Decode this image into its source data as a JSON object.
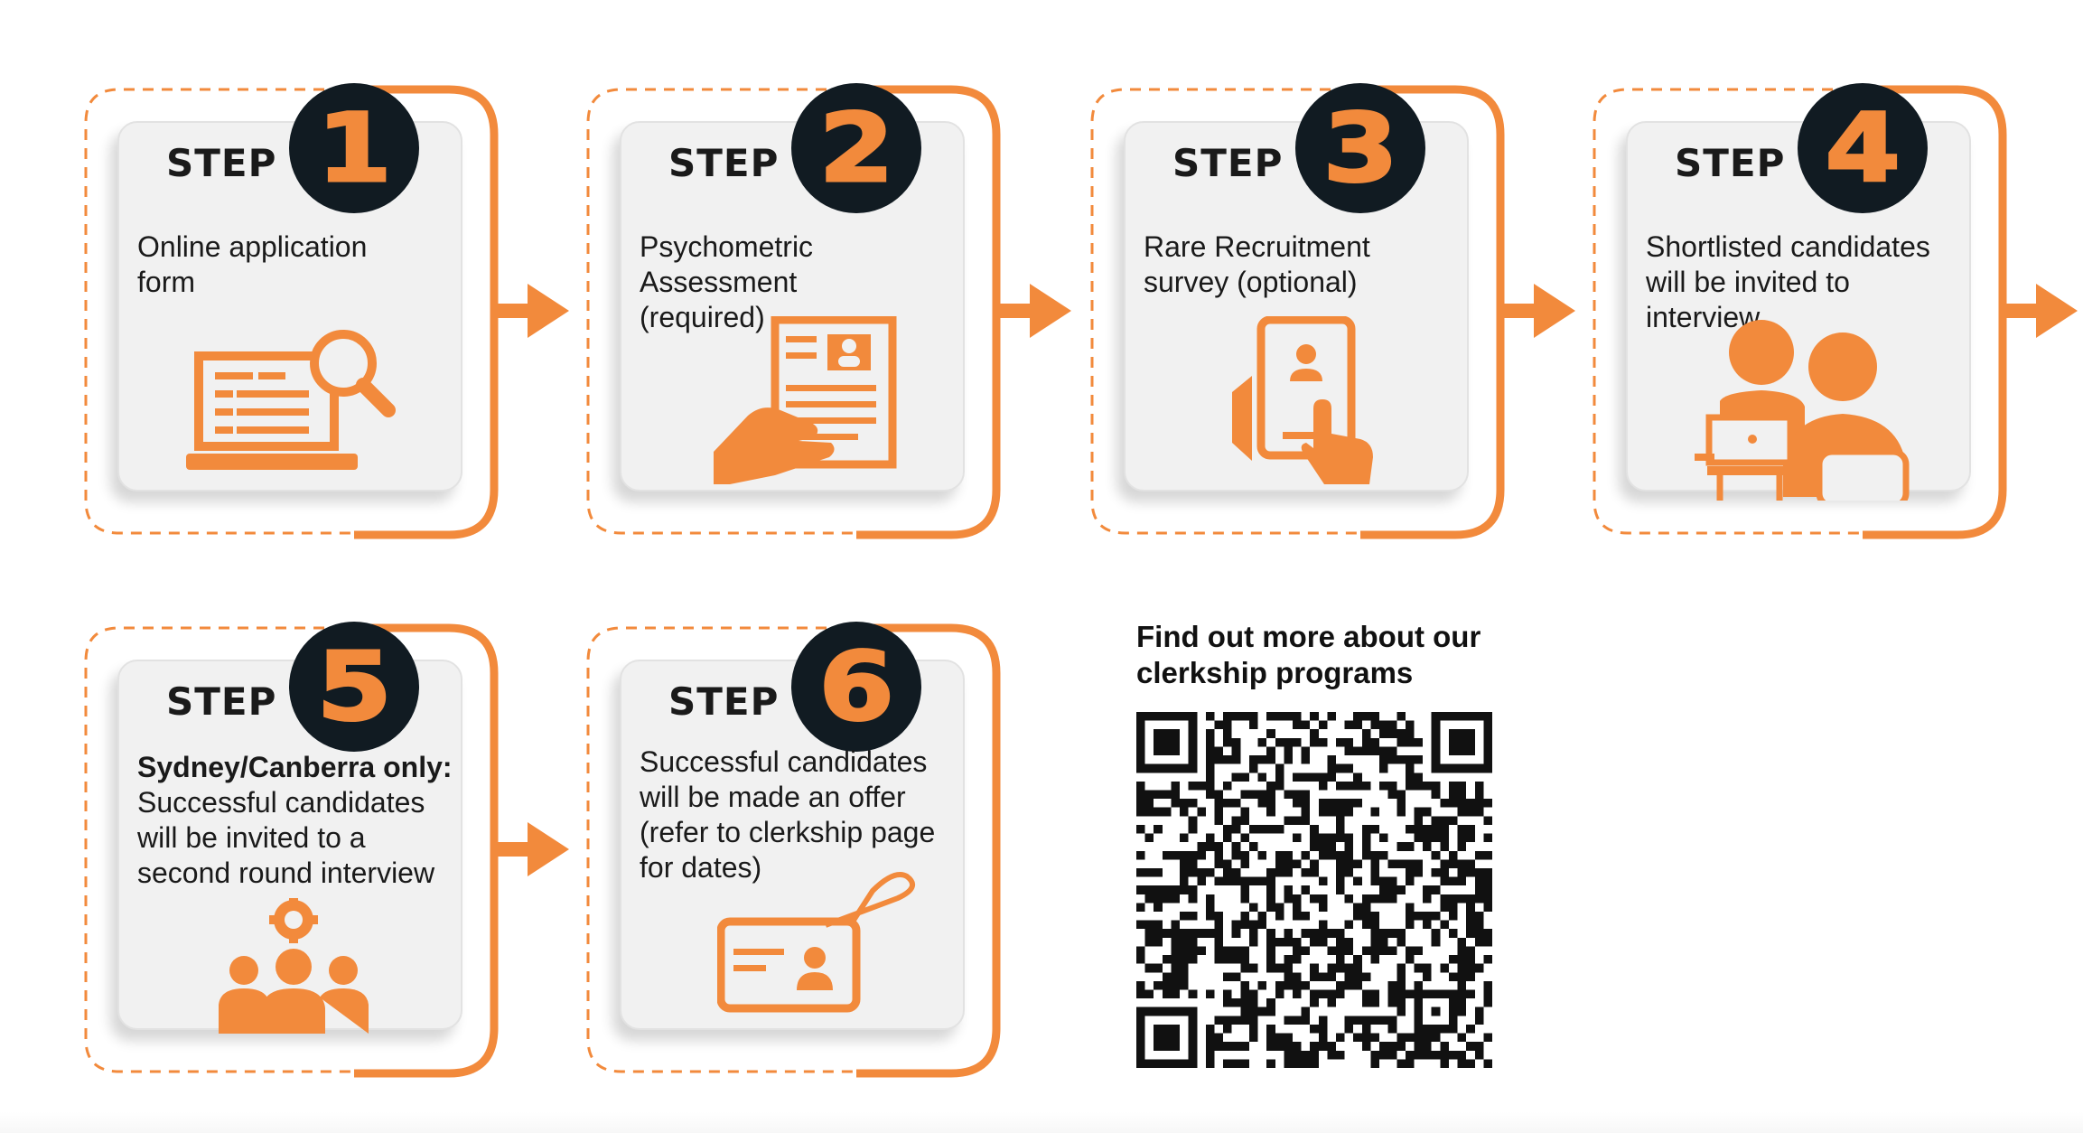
{
  "steps": [
    {
      "label": "STEP",
      "number": "1",
      "line1": "Online application",
      "line2": "form",
      "line3": "",
      "line4": "",
      "icon": "laptop-search-icon"
    },
    {
      "label": "STEP",
      "number": "2",
      "line1": "Psychometric",
      "line2": "Assessment",
      "line3": "(required)",
      "line4": "",
      "icon": "document-hand-icon"
    },
    {
      "label": "STEP",
      "number": "3",
      "line1": "Rare Recruitment",
      "line2": "survey (optional)",
      "line3": "",
      "line4": "",
      "icon": "tablet-touch-icon"
    },
    {
      "label": "STEP",
      "number": "4",
      "line1": "Shortlisted candidates",
      "line2": "will be invited to",
      "line3": "interview",
      "line4": "",
      "icon": "interview-people-icon"
    },
    {
      "label": "STEP",
      "number": "5",
      "bold": "Sydney/Canberra only:",
      "line1": "Successful candidates",
      "line2": "will be invited to a",
      "line3": "second round interview",
      "line4": "",
      "icon": "team-gear-icon"
    },
    {
      "label": "STEP",
      "number": "6",
      "line1": "Successful candidates",
      "line2": "will be made an offer",
      "line3": "(refer to clerkship page",
      "line4": "for dates)",
      "icon": "id-badge-icon"
    }
  ],
  "qr": {
    "title_line1": "Find out more about our",
    "title_line2": "clerkship programs",
    "icon": "qr-code-icon"
  },
  "colors": {
    "accent": "#f28a3c",
    "badge": "#111b22",
    "card": "#f1f1f1",
    "text": "#1a1a1a"
  }
}
